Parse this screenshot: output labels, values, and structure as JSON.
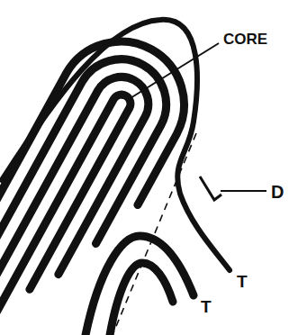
{
  "diagram": {
    "labels": [
      "CORE",
      "D",
      "T",
      "T"
    ]
  }
}
